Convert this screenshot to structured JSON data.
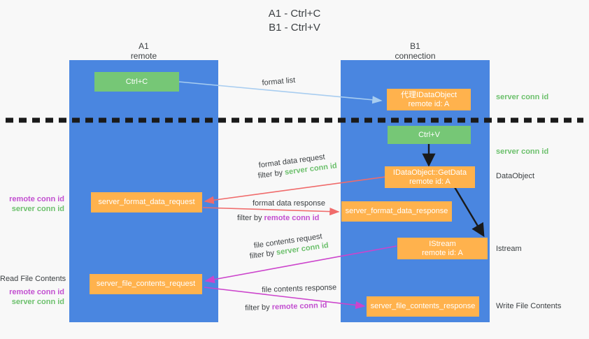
{
  "title": {
    "line1": "A1 - Ctrl+C",
    "line2": "B1 - Ctrl+V"
  },
  "colors": {
    "lane": "#4a86e0",
    "green_node": "#76c776",
    "orange_node": "#ffb24d",
    "server_conn_id": "#6cc06c",
    "remote_conn_id": "#c24fd0",
    "arrow_light_blue": "#a8cdf0",
    "arrow_red": "#f06b6b",
    "arrow_magenta": "#cc44cc",
    "arrow_black": "#1a1a1a",
    "background": "#f8f8f8"
  },
  "columns": [
    {
      "name": "A1",
      "sub": "remote"
    },
    {
      "name": "B1",
      "sub": "connection"
    }
  ],
  "nodes": {
    "ctrl_c": {
      "label": "Ctrl+C"
    },
    "proxy_dataobject": {
      "line1": "代理IDataObject",
      "line2": "remote id: A"
    },
    "ctrl_v": {
      "label": "Ctrl+V"
    },
    "getdata": {
      "line1": "IDataObject::GetData",
      "line2": "remote id: A"
    },
    "server_format_data_request": {
      "label": "server_format_data_request"
    },
    "server_format_data_response": {
      "label": "server_format_data_response"
    },
    "istream": {
      "line1": "IStream",
      "line2": "remote id: A"
    },
    "server_file_contents_request": {
      "label": "server_file_contents_request"
    },
    "server_file_contents_response": {
      "label": "server_file_contents_response"
    }
  },
  "edge_labels": {
    "format_list": "format list",
    "format_data_request": "format data request",
    "format_data_request_filter_prefix": "filter by ",
    "format_data_request_filter_value": "server conn id",
    "format_data_response": "format data response",
    "format_data_response_filter_prefix": "filter by ",
    "format_data_response_filter_value": "remote conn id",
    "file_contents_request": "file contents request",
    "file_contents_request_filter_prefix": "filter by ",
    "file_contents_request_filter_value": "server conn id",
    "file_contents_response": "file contents response",
    "file_contents_response_filter_prefix": "filter by ",
    "file_contents_response_filter_value": "remote conn id"
  },
  "annotations": {
    "right_server_conn_id_top": "server conn id",
    "right_server_conn_id_mid": "server conn id",
    "right_dataobject": "DataObject",
    "right_istream": "Istream",
    "right_write_file_contents": "Write File Contents",
    "left_read_file_contents": "Read File Contents",
    "left_remote_conn_id_1": "remote conn id",
    "left_server_conn_id_1": "server conn id",
    "left_remote_conn_id_2": "remote conn id",
    "left_server_conn_id_2": "server conn id"
  }
}
